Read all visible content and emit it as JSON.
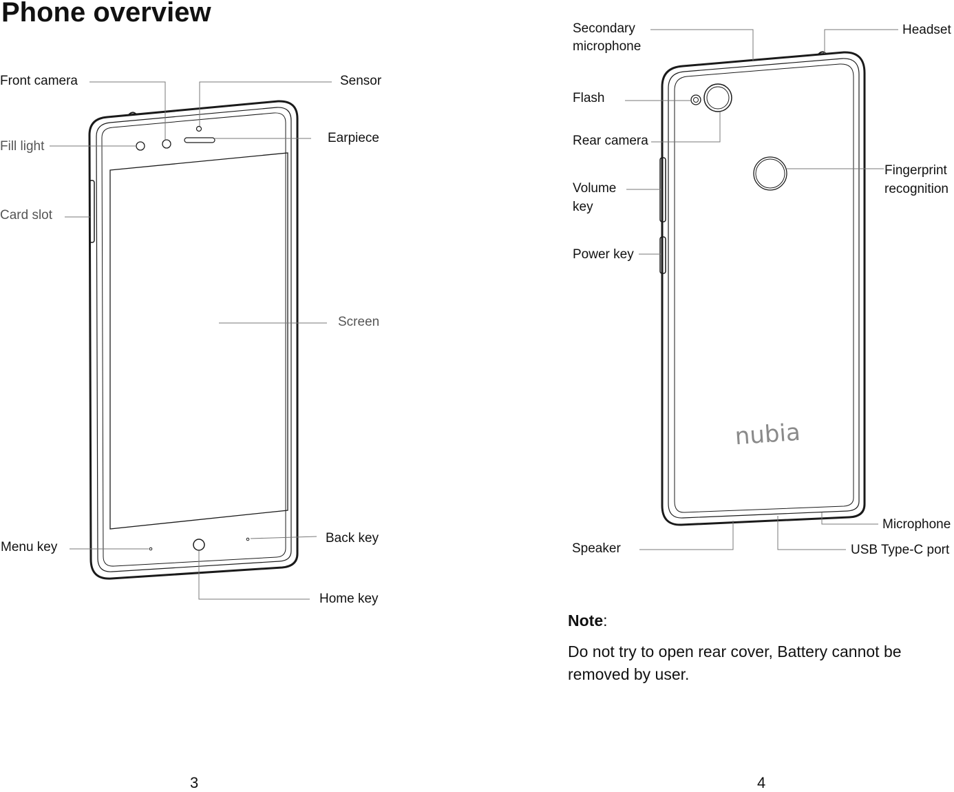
{
  "page": {
    "title": "Phone overview",
    "left_page_number": "3",
    "right_page_number": "4"
  },
  "front_view": {
    "labels": {
      "front_camera": "Front camera",
      "sensor": "Sensor",
      "fill_light": "Fill light",
      "earpiece": "Earpiece",
      "card_slot": "Card slot",
      "screen": "Screen",
      "menu_key": "Menu key",
      "back_key": "Back key",
      "home_key": "Home key"
    }
  },
  "back_view": {
    "labels": {
      "secondary_microphone_line1": "Secondary",
      "secondary_microphone_line2": "microphone",
      "headset": "Headset",
      "flash": "Flash",
      "rear_camera": "Rear camera",
      "volume_key_line1": "Volume",
      "volume_key_line2": "key",
      "fingerprint_line1": "Fingerprint",
      "fingerprint_line2": "recognition",
      "power_key": "Power key",
      "microphone": "Microphone",
      "speaker": "Speaker",
      "usb_port": "USB Type-C port"
    },
    "logo_text": "nubia"
  },
  "note": {
    "heading": "Note",
    "heading_suffix": ":",
    "body": "Do not try to open rear cover, Battery cannot be removed by user."
  }
}
